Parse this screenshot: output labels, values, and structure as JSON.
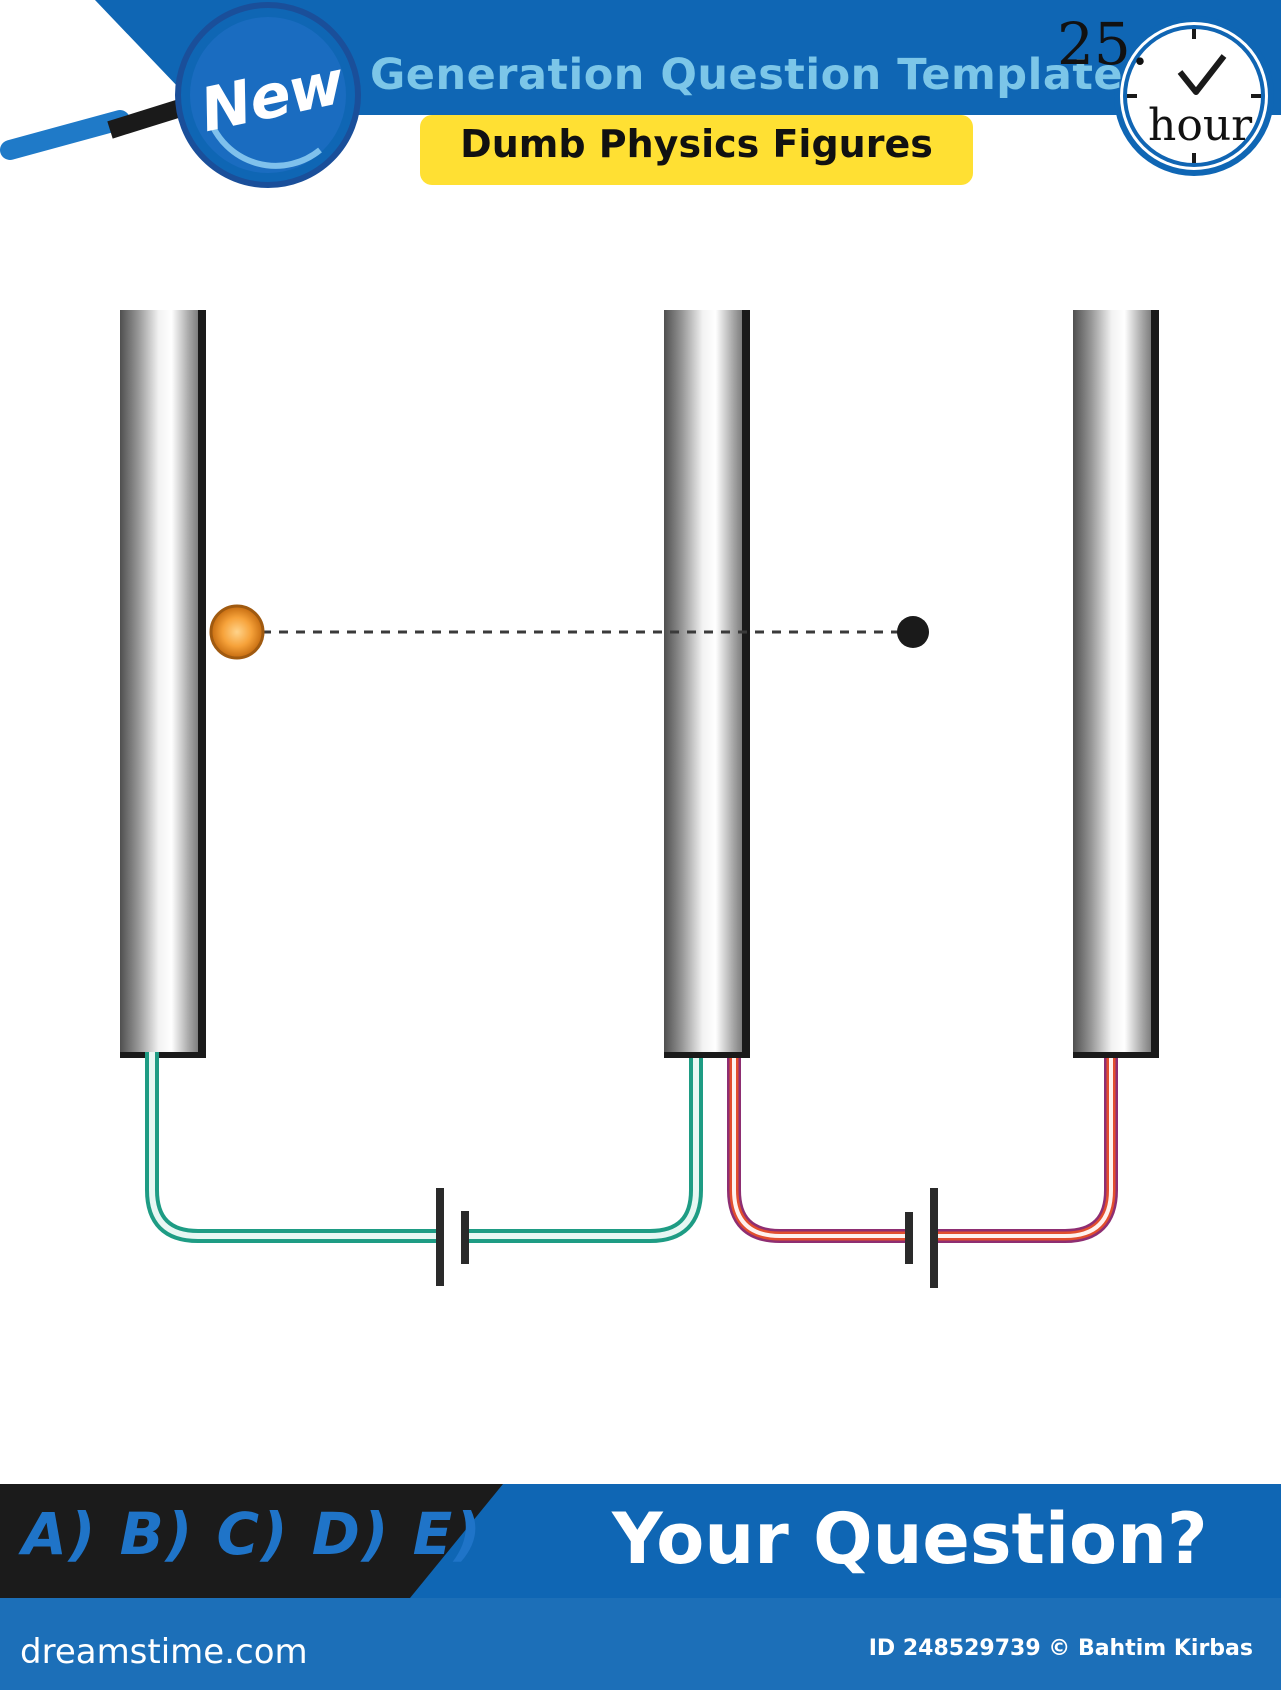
{
  "header": {
    "badge_label": "New",
    "title": "Generation Question Template",
    "subtitle": "Dumb Physics Figures",
    "clock_number": "25.",
    "clock_unit": "hour"
  },
  "footer_bar": {
    "options": "A) B) C) D) E)",
    "question": "Your Question?"
  },
  "stock_footer": {
    "site": "dreamstime.com",
    "credit": "ID 248529739 © Bahtim Kirbas"
  },
  "colors": {
    "banner_blue": "#0f66b4",
    "subtitle_yellow": "#ffe033",
    "particle_orange": "#f4a02e",
    "left_circuit_wire": "#1e9c84",
    "right_circuit_wire": "#b24662"
  },
  "diagram": {
    "plates": [
      "left-plate",
      "middle-plate",
      "right-plate"
    ],
    "particle": "charged-particle",
    "trajectory": "dashed-horizontal",
    "target": "target-point",
    "circuits": [
      {
        "name": "left-circuit",
        "battery": "battery-1"
      },
      {
        "name": "right-circuit",
        "battery": "battery-2"
      }
    ]
  }
}
